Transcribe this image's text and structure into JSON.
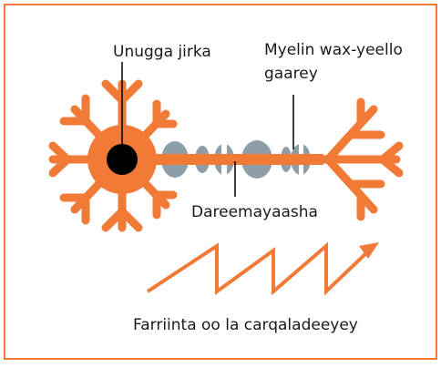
{
  "labels": {
    "nucleus": "Unugga jirka",
    "myelin_line1": "Myelin wax-yeello",
    "myelin_line2": "gaarey",
    "axon": "Dareemayaasha",
    "signal": "Farriinta oo la carqaladeeyey"
  },
  "colors": {
    "frame": "#f07a36",
    "neuron": "#f07a36",
    "nucleus": "#000000",
    "myelin": "#8e9ea8",
    "leader_line": "#000000",
    "background": "#ffffff"
  }
}
